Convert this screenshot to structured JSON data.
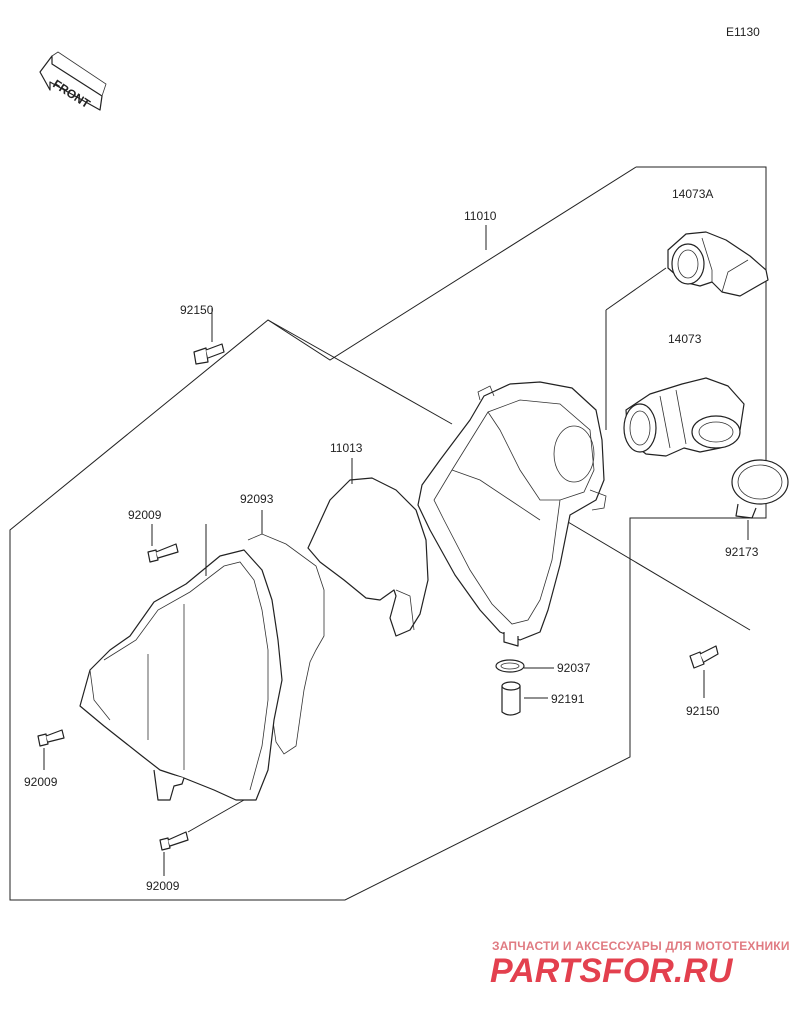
{
  "diagram": {
    "code": "E1130",
    "front_label": "FRONT",
    "parts": {
      "p11010": "11010",
      "p14073A": "14073A",
      "p14073": "14073",
      "p92150_top": "92150",
      "p11013": "11013",
      "p92093": "92093",
      "p92009_top": "92009",
      "p92173": "92173",
      "p92037": "92037",
      "p92191": "92191",
      "p92150_right": "92150",
      "p92009_left": "92009",
      "p92009_bottom": "92009"
    }
  },
  "watermark": {
    "subtitle": "ЗАПЧАСТИ И АКСЕССУАРЫ ДЛЯ МОТОТЕХНИКИ",
    "brand": "PARTSFOR.RU"
  }
}
